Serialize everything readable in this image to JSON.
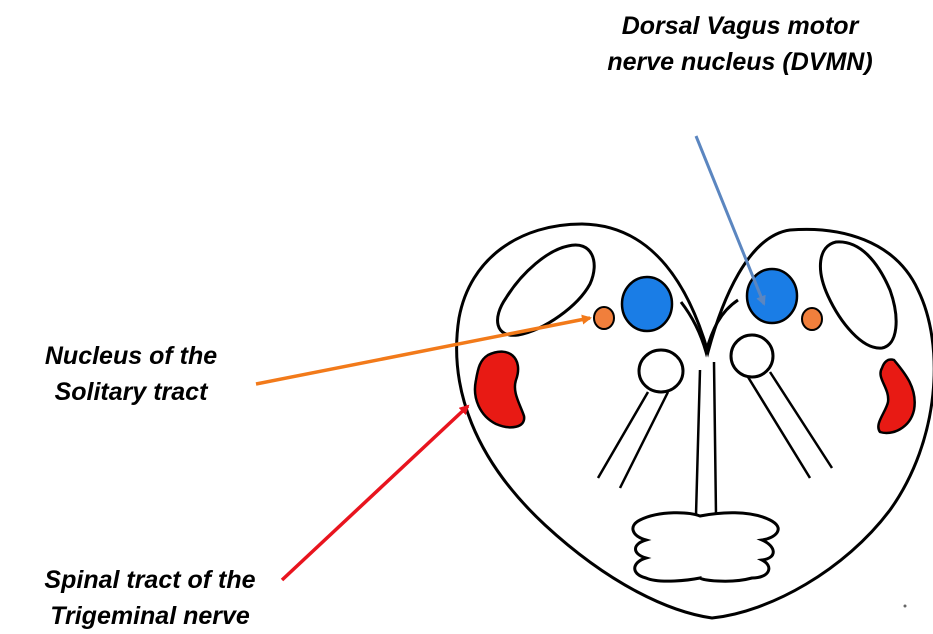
{
  "labels": {
    "dvmn": {
      "line1": "Dorsal Vagus motor",
      "line2": "nerve nucleus (DVMN)"
    },
    "solitary": {
      "line1": "Nucleus of the",
      "line2": "Solitary tract"
    },
    "trigeminal": {
      "line1": "Spinal tract of the",
      "line2": "Trigeminal nerve"
    }
  },
  "colors": {
    "dvmn": "#1a7de6",
    "solitary": "#f07f3c",
    "trigeminal": "#e81a14",
    "dvmn_arrow": "#5b86c0",
    "solitary_arrow": "#f27a1a",
    "trigeminal_arrow": "#e8141e",
    "outline": "#000000"
  }
}
